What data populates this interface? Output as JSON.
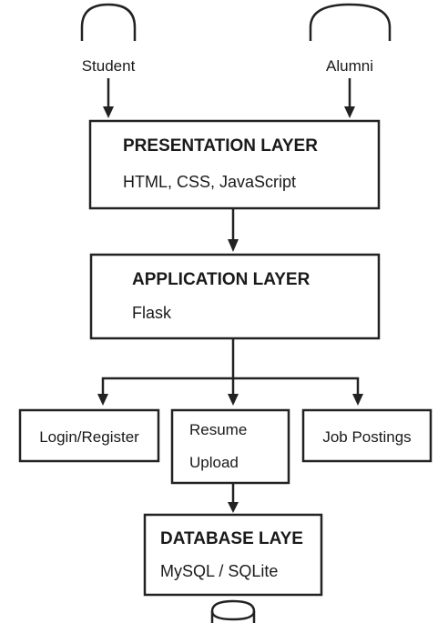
{
  "actors": {
    "student": "Student",
    "alumni": "Alumni"
  },
  "presentation_layer": {
    "title": "PRESENTATION LAYER",
    "tech": "HTML, CSS, JavaScript"
  },
  "application_layer": {
    "title": "APPLICATION LAYER",
    "tech": "Flask"
  },
  "modules": {
    "login": "Login/Register",
    "resume_line1": "Resume",
    "resume_line2": "Upload",
    "jobs": "Job Postings"
  },
  "database_layer": {
    "title": "DATABASE LAYE",
    "tech": "MySQL / SQLite"
  }
}
